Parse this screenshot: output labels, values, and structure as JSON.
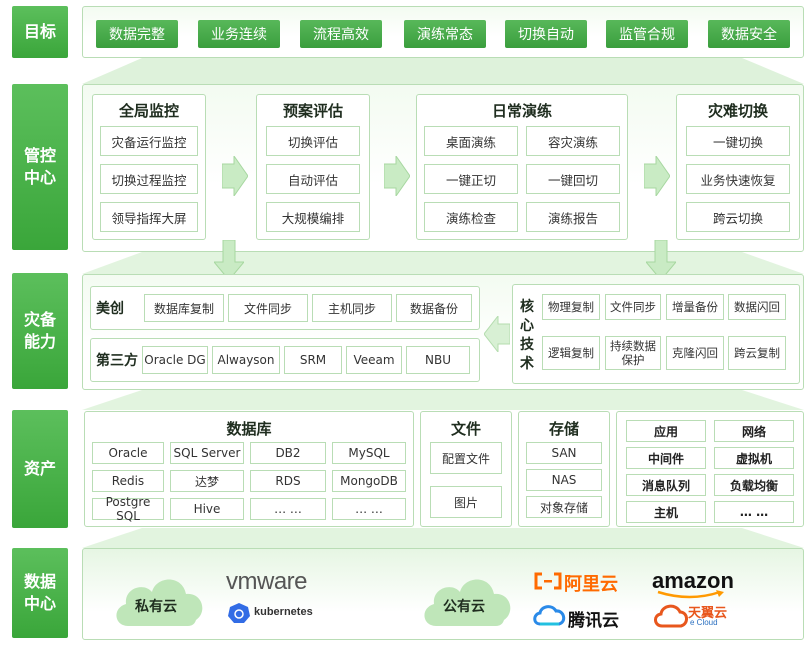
{
  "rows": {
    "goals": "目标",
    "control": "管控\n中心",
    "capability": "灾备\n能力",
    "assets": "资产",
    "datacenter": "数据\n中心"
  },
  "goals": [
    "数据完整",
    "业务连续",
    "流程高效",
    "演练常态",
    "切换自动",
    "监管合规",
    "数据安全"
  ],
  "control": {
    "monitor": {
      "title": "全局监控",
      "items": [
        "灾备运行监控",
        "切换过程监控",
        "领导指挥大屏"
      ]
    },
    "plan": {
      "title": "预案评估",
      "items": [
        "切换评估",
        "自动评估",
        "大规模编排"
      ]
    },
    "drill": {
      "title": "日常演练",
      "items": [
        "桌面演练",
        "容灾演练",
        "一键正切",
        "一键回切",
        "演练检查",
        "演练报告"
      ]
    },
    "switch": {
      "title": "灾难切换",
      "items": [
        "一键切换",
        "业务快速恢复",
        "跨云切换"
      ]
    }
  },
  "capability": {
    "meichuang": {
      "label": "美创",
      "items": [
        "数据库复制",
        "文件同步",
        "主机同步",
        "数据备份"
      ]
    },
    "thirdparty": {
      "label": "第三方",
      "items": [
        "Oracle DG",
        "Alwayson",
        "SRM",
        "Veeam",
        "NBU"
      ]
    },
    "core": {
      "label": "核心技术",
      "items": [
        "物理复制",
        "文件同步",
        "增量备份",
        "数据闪回",
        "逻辑复制",
        "持续数据保护",
        "克隆闪回",
        "跨云复制"
      ]
    }
  },
  "assets": {
    "database": {
      "title": "数据库",
      "items": [
        "Oracle",
        "SQL Server",
        "DB2",
        "MySQL",
        "Redis",
        "达梦",
        "RDS",
        "MongoDB",
        "Postgre SQL",
        "Hive",
        "… …",
        "… …"
      ]
    },
    "file": {
      "title": "文件",
      "items": [
        "配置文件",
        "图片"
      ]
    },
    "storage": {
      "title": "存储",
      "items": [
        "SAN",
        "NAS",
        "对象存储"
      ]
    },
    "other": {
      "items": [
        "应用",
        "网络",
        "中间件",
        "虚拟机",
        "消息队列",
        "负载均衡",
        "主机",
        "… …"
      ]
    }
  },
  "datacenter": {
    "private_cloud": "私有云",
    "public_cloud": "公有云",
    "vmware": "vmware",
    "kubernetes": "kubernetes",
    "aliyun": "阿里云",
    "amazon": "amazon",
    "tencent": "腾讯云",
    "tianyi": "天翼云",
    "tianyi_sub": "e Cloud"
  },
  "colors": {
    "accent": "#3ea641",
    "border": "#b9ddb5"
  }
}
